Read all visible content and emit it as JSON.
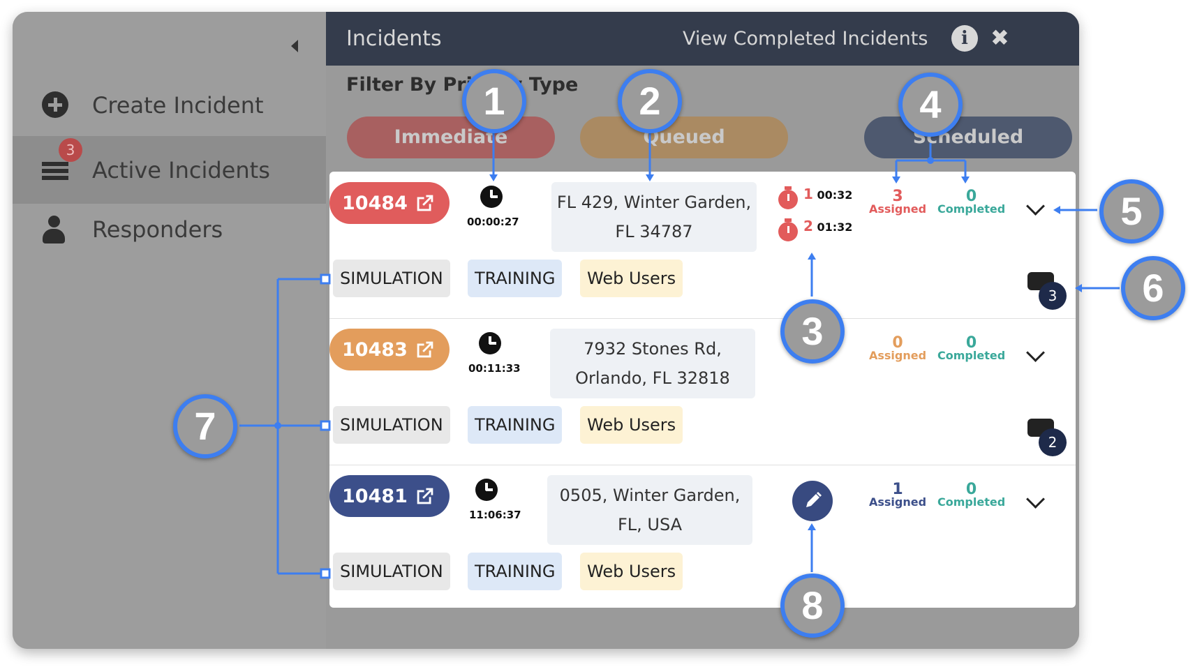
{
  "sidebar": {
    "items": [
      {
        "label": "Create Incident",
        "icon": "plus-circle-icon"
      },
      {
        "label": "Active Incidents",
        "icon": "list-icon",
        "badge": "3"
      },
      {
        "label": "Responders",
        "icon": "person-icon"
      }
    ]
  },
  "header": {
    "title": "Incidents",
    "view_completed": "View Completed Incidents"
  },
  "filter": {
    "label": "Filter By Priority Type",
    "pills": [
      {
        "label": "Immediate",
        "color": "#a86060"
      },
      {
        "label": "Queued",
        "color": "#aa8a62"
      },
      {
        "label": "Scheduled",
        "color": "#4e596f"
      }
    ]
  },
  "incidents": [
    {
      "id": "10484",
      "color": "#e05c5c",
      "elapsed": "00:00:27",
      "address_line1": "FL 429, Winter Garden,",
      "address_line2": "FL 34787",
      "timers": [
        {
          "num": "1",
          "time": "00:32"
        },
        {
          "num": "2",
          "time": "01:32"
        }
      ],
      "assigned": "3",
      "assigned_label": "Assigned",
      "assigned_color": "#e25b5b",
      "completed": "0",
      "completed_label": "Completed",
      "tags": [
        "SIMULATION",
        "TRAINING",
        "Web Users"
      ],
      "messages": "3"
    },
    {
      "id": "10483",
      "color": "#e39d5c",
      "elapsed": "00:11:33",
      "address_line1": "7932 Stones Rd,",
      "address_line2": "Orlando, FL 32818",
      "assigned": "0",
      "assigned_label": "Assigned",
      "assigned_color": "#e39d5c",
      "completed": "0",
      "completed_label": "Completed",
      "tags": [
        "SIMULATION",
        "TRAINING",
        "Web Users"
      ],
      "messages": "2"
    },
    {
      "id": "10481",
      "color": "#3c4f8a",
      "elapsed": "11:06:37",
      "address_line1": "0505, Winter Garden,",
      "address_line2": "FL, USA",
      "assigned": "1",
      "assigned_label": "Assigned",
      "assigned_color": "#3c4f8a",
      "completed": "0",
      "completed_label": "Completed",
      "tags": [
        "SIMULATION",
        "TRAINING",
        "Web Users"
      ]
    }
  ],
  "annotations": [
    "1",
    "2",
    "3",
    "4",
    "5",
    "6",
    "7",
    "8"
  ],
  "colors": {
    "accent_blue": "#3d7ef0",
    "completed_green": "#3aa89a",
    "header_bg": "#343c4c"
  }
}
